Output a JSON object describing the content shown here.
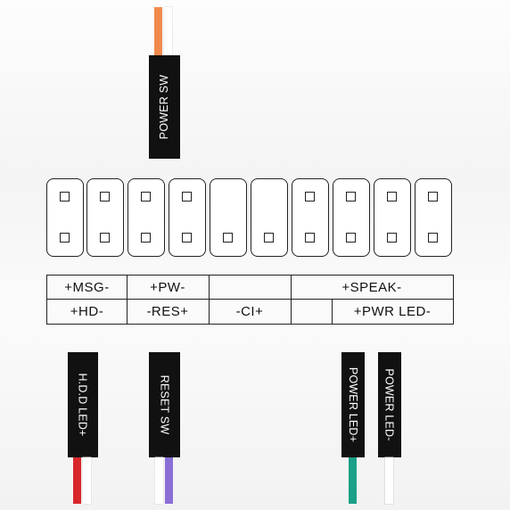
{
  "connectors": {
    "power_sw": "POWER SW",
    "hdd_led": "H.D.D LED+",
    "reset_sw": "RESET SW",
    "power_led_plus": "POWER LED+",
    "power_led_minus": "POWER LED-"
  },
  "header_pins": {
    "columns": 10,
    "top_row_pins": [
      true,
      true,
      true,
      true,
      false,
      false,
      true,
      true,
      true,
      true
    ],
    "bottom_row_pins": [
      true,
      true,
      true,
      true,
      true,
      true,
      true,
      true,
      true,
      true
    ]
  },
  "labels": {
    "row1": [
      "+MSG-",
      "+PW-",
      "",
      "+SPEAK-"
    ],
    "row2": [
      "+HD-",
      "-RES+",
      "-CI+",
      "",
      "+PWR LED-"
    ]
  },
  "colors": {
    "power_sw_wire": [
      "#f08a4b",
      "#ffffff"
    ],
    "hdd_led_wire": [
      "#d8262b",
      "#ffffff"
    ],
    "reset_sw_wire": [
      "#ffffff",
      "#8a6fd6"
    ],
    "power_led_plus_wire": "#1aa187",
    "power_led_minus_wire": "#ffffff",
    "connector_fill": "#111111",
    "outline": "#222222"
  }
}
